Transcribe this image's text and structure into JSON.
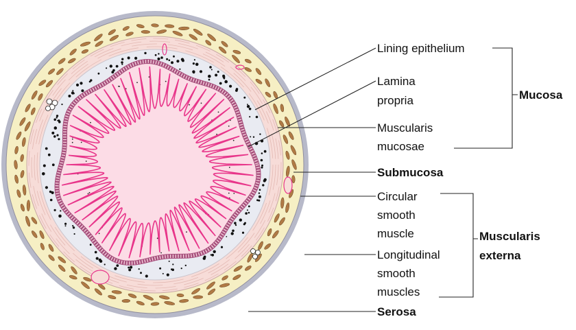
{
  "labels": {
    "lining_epithelium": "Lining epithelium",
    "lamina_propria_1": "Lamina",
    "lamina_propria_2": "propria",
    "muscularis_mucosae_1": "Muscularis",
    "muscularis_mucosae_2": "mucosae",
    "mucosa": "Mucosa",
    "submucosa": "Submucosa",
    "circular_1": "Circular",
    "circular_2": "smooth",
    "circular_3": "muscle",
    "longitudinal_1": "Longitudinal",
    "longitudinal_2": "smooth",
    "longitudinal_3": "muscles",
    "muscularis_externa_1": "Muscularis",
    "muscularis_externa_2": "externa",
    "serosa": "Serosa"
  },
  "colors": {
    "serosa": "#b7b9c9",
    "longitudinal_layer": "#f6efc4",
    "longitudinal_cells": "#b07a45",
    "circular_layer": "#f7dcd8",
    "submucosa": "#e9ebf2",
    "mucosa_fill": "#fcdce6",
    "muscularis_mucosae": "#a8527e",
    "epithelium": "#e8358a"
  }
}
